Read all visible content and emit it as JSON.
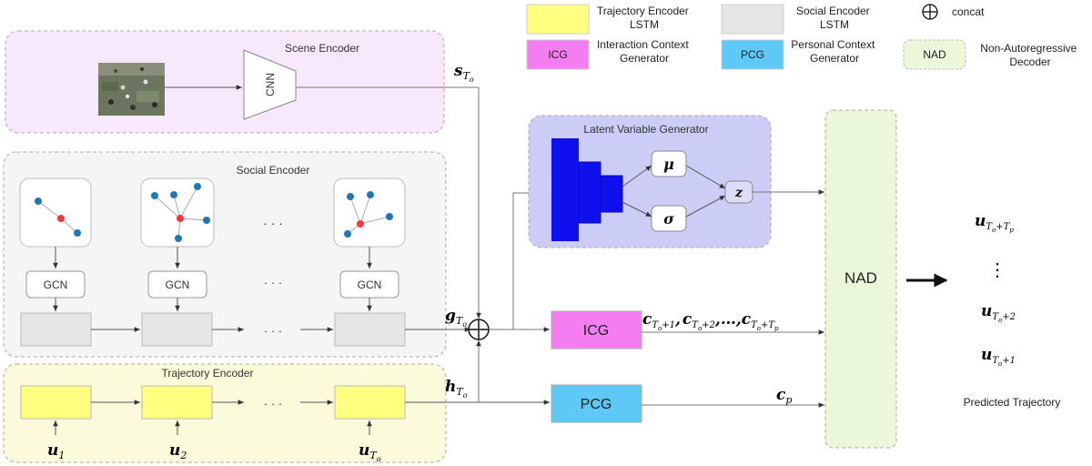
{
  "legend": {
    "traj_lstm": "Trajectory Encoder\nLSTM",
    "social_lstm": "Social Encoder\nLSTM",
    "concat": "concat",
    "icg_abbr": "ICG",
    "icg_full": "Interaction Context\nGenerator",
    "pcg_abbr": "PCG",
    "pcg_full": "Personal Context\nGenerator",
    "nad_abbr": "NAD",
    "nad_full": "Non-Autoregressive\nDecoder"
  },
  "scene_encoder": {
    "title": "Scene Encoder",
    "cnn": "CNN"
  },
  "social_encoder": {
    "title": "Social  Encoder",
    "gcn": "GCN",
    "dots": "· · ·"
  },
  "trajectory_encoder": {
    "title": "Trajectory Encoder",
    "dots": "· · ·"
  },
  "latent": {
    "title": "Latent Variable Generator",
    "mu": "μ",
    "sigma": "σ",
    "z": "z"
  },
  "blocks": {
    "icg": "ICG",
    "pcg": "PCG",
    "nad": "NAD"
  },
  "math": {
    "u": "u",
    "s": "s",
    "g": "g",
    "h": "h",
    "c": "c",
    "sub_1": "1",
    "sub_2": "2",
    "sub_To": "T",
    "o": "o",
    "p": "p",
    "c_seq_sep": ",",
    "c_seq_dots": ",…,",
    "plus1": "+1",
    "plus2": "+2",
    "plusTp": "+T",
    "vdots": "⋮"
  },
  "output": {
    "label": "Predicted Trajectory"
  },
  "colors": {
    "traj_lstm": "#ffff80",
    "social_lstm": "#e6e6e6",
    "icg": "#f57df2",
    "pcg": "#5ec8f7",
    "nad": "#eaf7d8",
    "scene_bg": "#f7e9fb",
    "social_bg": "#f5f5f8",
    "traj_bg": "#fbfbdc",
    "latent_bg": "#cccdf6",
    "latent_net": "#1010ee",
    "ped_blue": "#1f77b4",
    "ped_red": "#ef3b3b"
  }
}
